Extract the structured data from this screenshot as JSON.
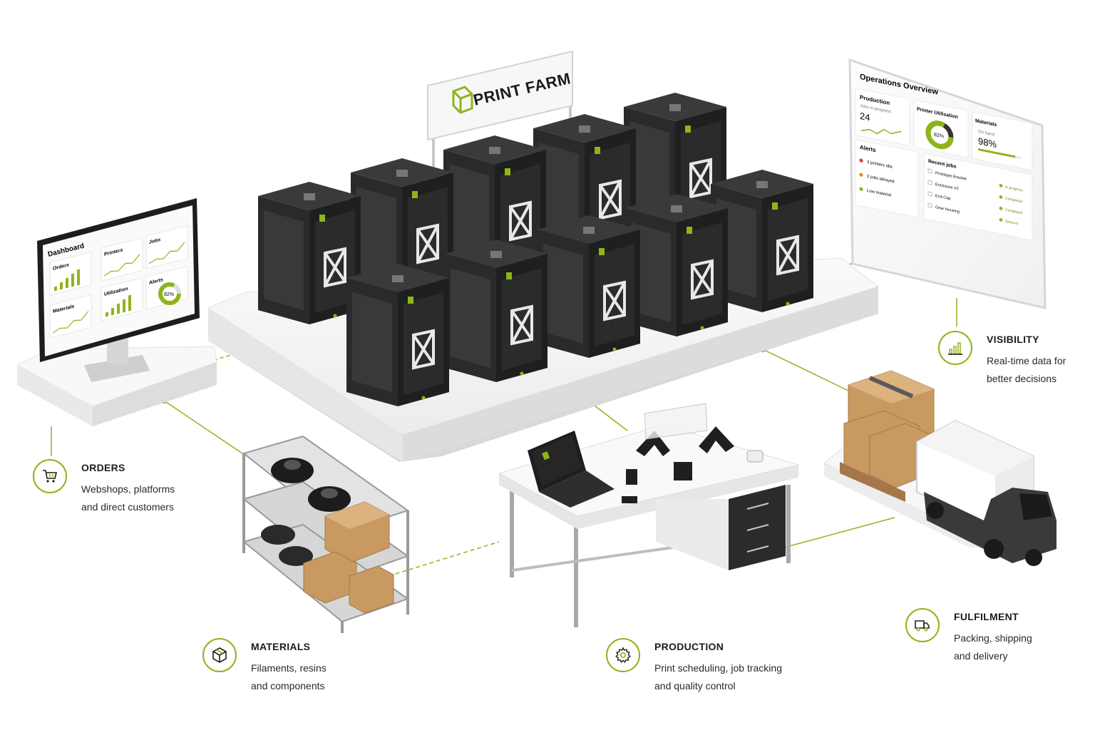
{
  "sign": {
    "title": "PRINT FARM"
  },
  "monitor": {
    "heading": "Dashboard",
    "cards": [
      "Orders",
      "Printers",
      "Jobs",
      "Utilization",
      "Alerts",
      "Materials"
    ],
    "donut_value": "82%"
  },
  "ops_panel": {
    "heading": "Operations Overview",
    "production": {
      "label": "Production",
      "sub": "Jobs in progress",
      "value": "24"
    },
    "utilization": {
      "label": "Printer Utilization",
      "value": "82%"
    },
    "materials": {
      "label": "Materials",
      "sub": "On hand",
      "value": "98%"
    },
    "alerts": {
      "label": "Alerts",
      "items": [
        "3 printers idle",
        "2 jobs delayed",
        "Low material"
      ]
    },
    "recent_jobs": {
      "label": "Recent jobs",
      "items": [
        {
          "name": "Prototype Bracket",
          "status": "In progress"
        },
        {
          "name": "Enclosure V2",
          "status": "Completed"
        },
        {
          "name": "End Cap",
          "status": "Completed"
        },
        {
          "name": "Gear Housing",
          "status": "Queued"
        }
      ]
    }
  },
  "features": {
    "orders": {
      "title": "ORDERS",
      "line1": "Webshops, platforms",
      "line2": "and direct customers",
      "icon": "cart-icon"
    },
    "materials": {
      "title": "MATERIALS",
      "line1": "Filaments, resins",
      "line2": "and components",
      "icon": "box-icon"
    },
    "production": {
      "title": "PRODUCTION",
      "line1": "Print scheduling, job tracking",
      "line2": "and quality control",
      "icon": "gear-icon"
    },
    "visibility": {
      "title": "VISIBILITY",
      "line1": "Real-time data for",
      "line2": "better decisions",
      "icon": "bar-chart-icon"
    },
    "fulfilment": {
      "title": "FULFILMENT",
      "line1": "Packing, shipping",
      "line2": "and delivery",
      "icon": "truck-icon"
    }
  },
  "colors": {
    "accent": "#8db51a",
    "printer": "#2a2a2a",
    "platform": "#f4f4f4",
    "cardboard": "#c89a62"
  }
}
